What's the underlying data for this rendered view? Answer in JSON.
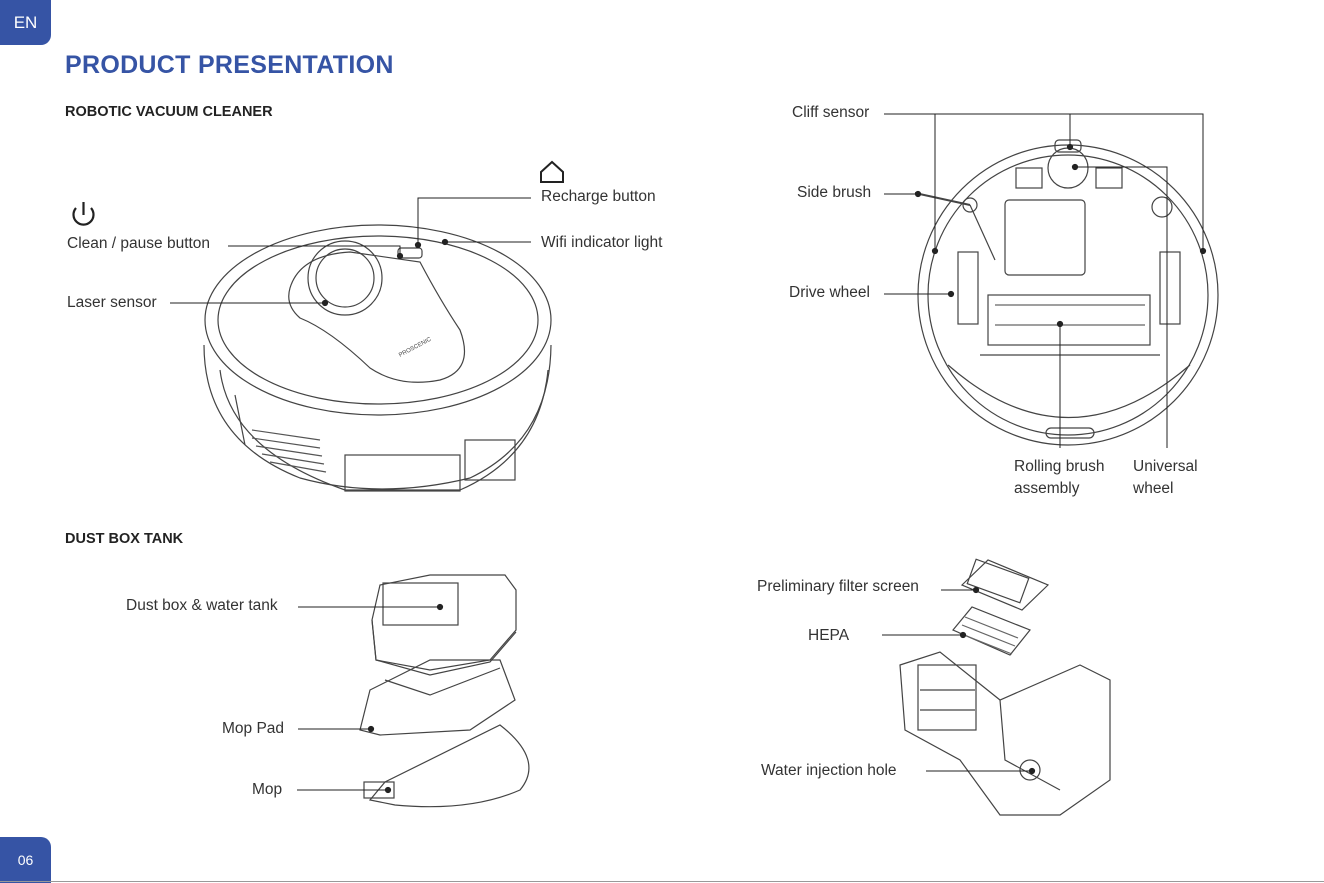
{
  "page": {
    "language_tab": "EN",
    "page_number": "06",
    "title": "PRODUCT PRESENTATION"
  },
  "sections": {
    "robot": "ROBOTIC VACUUM CLEANER",
    "dust_box": "DUST BOX TANK"
  },
  "labels": {
    "clean_pause": "Clean / pause button",
    "laser_sensor": "Laser sensor",
    "recharge": "Recharge button",
    "wifi": "Wifi indicator light",
    "cliff_sensor": "Cliff sensor",
    "side_brush": "Side brush",
    "drive_wheel": "Drive wheel",
    "rolling_brush_1": "Rolling brush",
    "rolling_brush_2": "assembly",
    "universal_1": "Universal",
    "universal_2": "wheel",
    "dust_box_tank": "Dust box & water tank",
    "mop_pad": "Mop Pad",
    "mop": "Mop",
    "prefilter": "Preliminary filter screen",
    "hepa": "HEPA",
    "water_hole": "Water injection hole"
  },
  "brand_mark": "PROSCENIC",
  "icons": {
    "power": "power-icon",
    "home": "home-icon"
  },
  "colors": {
    "accent": "#3654a5",
    "line": "#333333"
  }
}
